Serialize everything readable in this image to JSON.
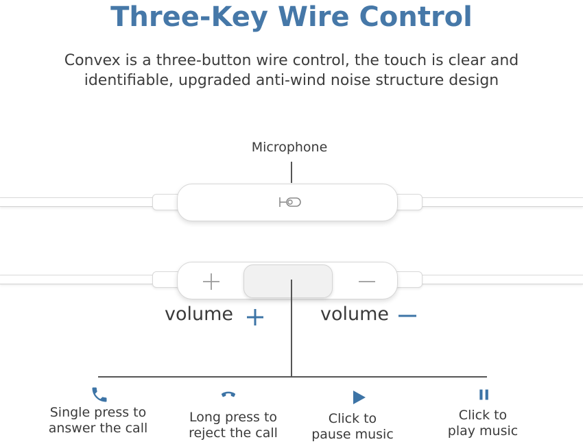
{
  "header": {
    "title": "Three-Key Wire Control",
    "subtitle_line1": "Convex is a three-button wire control, the touch is clear and",
    "subtitle_line2": "identifiable, upgraded anti-wind noise structure design"
  },
  "diagram": {
    "microphone_label": "Microphone",
    "volume_up_label": "volume",
    "volume_down_label": "volume"
  },
  "functions": [
    {
      "line1": "Single press to",
      "line2": "answer the call",
      "icon": "phone-answer-icon"
    },
    {
      "line1": "Long press to",
      "line2": "reject the call",
      "icon": "phone-hangup-icon"
    },
    {
      "line1": "Click to",
      "line2": "pause music",
      "icon": "play-icon"
    },
    {
      "line1": "Click to",
      "line2": "play music",
      "icon": "pause-icon"
    }
  ],
  "colors": {
    "title": "#4678a8",
    "accent": "#3d74a6",
    "text": "#3a3a3a",
    "line": "#555555"
  }
}
